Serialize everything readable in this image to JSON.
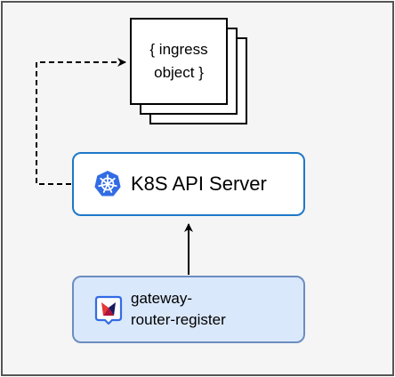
{
  "diagram": {
    "ingress_object": {
      "label": "{ ingress\nobject }"
    },
    "api_server": {
      "label": "K8S API Server",
      "icon": "kubernetes-icon"
    },
    "gateway_router_register": {
      "label": "gateway-\nrouter-register",
      "icon": "gateway-router-icon"
    },
    "edges": [
      {
        "from": "gateway_router_register",
        "to": "api_server",
        "style": "solid"
      },
      {
        "from": "api_server",
        "to": "ingress_object",
        "style": "dashed"
      }
    ]
  },
  "colors": {
    "frame_border": "#555555",
    "frame_fill": "#f5f5f5",
    "api_server_border": "#1f78c8",
    "kubernetes_blue": "#326ce5",
    "grr_fill": "#dae8fc",
    "grr_border": "#6c8ebf"
  }
}
